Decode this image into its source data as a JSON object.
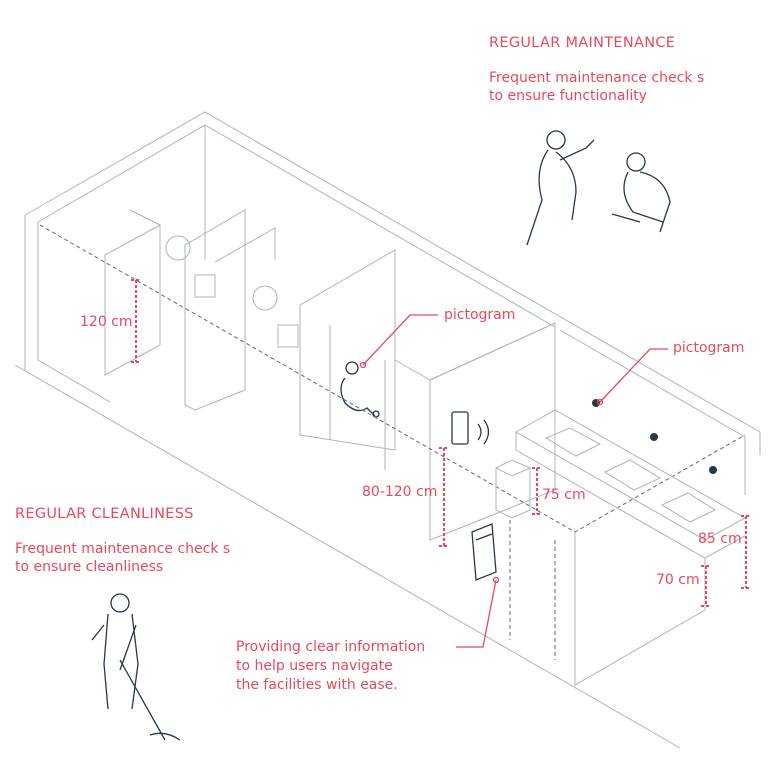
{
  "maintenance": {
    "title": "REGULAR MAINTENANCE",
    "desc_line1": "Frequent maintenance check s",
    "desc_line2": "to ensure functionality"
  },
  "cleanliness": {
    "title": "REGULAR CLEANLINESS",
    "desc_line1": "Frequent maintenance check s",
    "desc_line2": "to ensure cleanliness"
  },
  "information": {
    "line1": "Providing clear information",
    "line2": "to help users navigate",
    "line3": "the facilities with ease."
  },
  "callouts": {
    "pictogram_stall": "pictogram",
    "pictogram_sink": "pictogram"
  },
  "dimensions": {
    "hook": "120 cm",
    "dryer": "80-120 cm",
    "bin": "75 cm",
    "counter_high": "85 cm",
    "counter_low": "70 cm"
  },
  "colors": {
    "accent": "#e8485c",
    "line": "#a8b6bb",
    "ink": "#26394a"
  }
}
